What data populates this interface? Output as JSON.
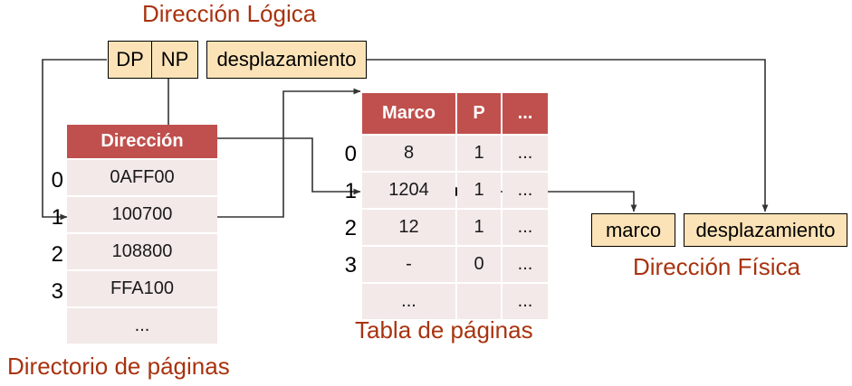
{
  "titles": {
    "logical": "Dirección Lógica",
    "physical": "Dirección Física",
    "directory": "Directorio de páginas",
    "page_table": "Tabla de páginas"
  },
  "logical_address": {
    "fields": [
      {
        "name": "dp",
        "label": "DP"
      },
      {
        "name": "np",
        "label": "NP"
      },
      {
        "name": "offset",
        "label": "desplazamiento"
      }
    ]
  },
  "physical_address": {
    "fields": [
      {
        "name": "frame",
        "label": "marco"
      },
      {
        "name": "offset",
        "label": "desplazamiento"
      }
    ]
  },
  "directory_table": {
    "columns": [
      "Dirección"
    ],
    "row_indices": [
      "0",
      "1",
      "2",
      "3",
      ""
    ],
    "rows": [
      [
        "0AFF00"
      ],
      [
        "100700"
      ],
      [
        "108800"
      ],
      [
        "FFA100"
      ],
      [
        "..."
      ]
    ],
    "selected_row_index": "1"
  },
  "page_table": {
    "columns": [
      "Marco",
      "P",
      "..."
    ],
    "row_indices": [
      "0",
      "1",
      "2",
      "3",
      ""
    ],
    "rows": [
      [
        "8",
        "1",
        "..."
      ],
      [
        "1204",
        "1",
        "..."
      ],
      [
        "12",
        "1",
        "..."
      ],
      [
        "-",
        "0",
        "..."
      ],
      [
        "...",
        "",
        "..."
      ]
    ],
    "selected_row_index": "1"
  },
  "colors": {
    "title": "#a8330f",
    "header_fill": "#c0504d",
    "cell_fill": "#f3e9e9",
    "field_fill": "#fbe3b7",
    "wire": "#404040"
  }
}
